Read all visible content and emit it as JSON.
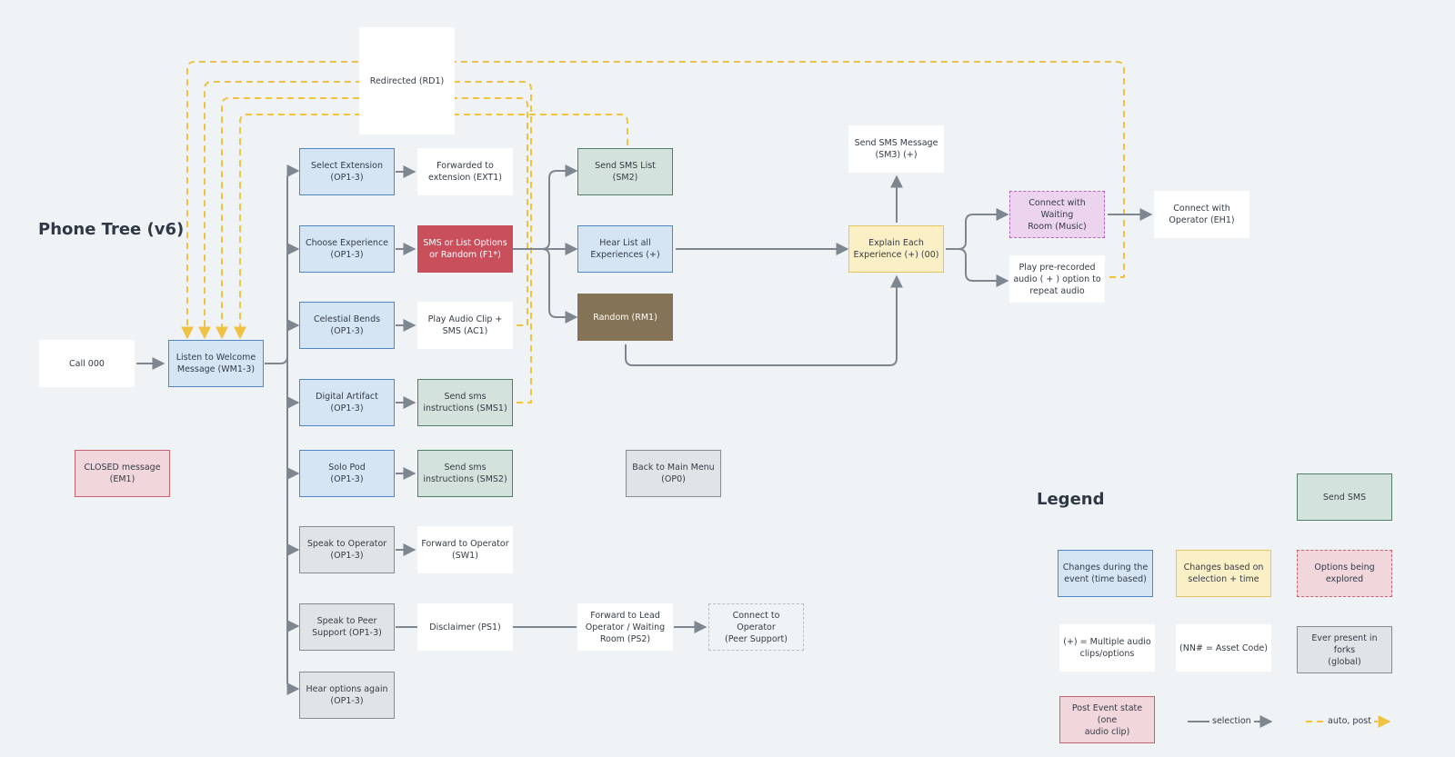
{
  "title": "Phone Tree (v6)",
  "legend_title": "Legend",
  "nodes": {
    "call": "Call 000",
    "welcome": "Listen to Welcome\nMessage (WM1-3)",
    "closed": "CLOSED message\n(EM1)",
    "redirected": "Redirected (RD1)",
    "select_ext": "Select Extension\n(OP1-3)",
    "choose_exp": "Choose Experience\n(OP1-3)",
    "celestial": "Celestial Bends\n(OP1-3)",
    "digital": "Digital Artifact\n(OP1-3)",
    "solo": "Solo Pod\n(OP1-3)",
    "speak_op": "Speak to Operator\n(OP1-3)",
    "speak_peer": "Speak to Peer\nSupport (OP1-3)",
    "hear_again": "Hear options again\n(OP1-3)",
    "forwarded_ext": "Forwarded to\nextension (EXT1)",
    "sms_or_list": "SMS or List Options\nor Random (F1*)",
    "play_audio": "Play Audio Clip +\nSMS (AC1)",
    "send_sms1": "Send sms\ninstructions (SMS1)",
    "send_sms2": "Send sms\ninstructions (SMS2)",
    "forward_op": "Forward to Operator\n(SW1)",
    "disclaimer": "Disclaimer (PS1)",
    "forward_lead": "Forward to Lead\nOperator / Waiting\nRoom (PS2)",
    "connect_peer": "Connect to Operator\n(Peer Support)",
    "send_sms_list": "Send SMS List\n(SM2)",
    "hear_list": "Hear List all\nExperiences (+)",
    "random": "Random (RM1)",
    "back_main": "Back to Main Menu\n(OP0)",
    "explain_each": "Explain Each\nExperience (+) (00)",
    "send_sms3": "Send SMS Message\n(SM3) (+)",
    "connect_waiting": "Connect with Waiting\nRoom (Music)",
    "play_prerecorded": "Play pre-recorded\naudio ( + ) option to\nrepeat audio",
    "connect_operator": "Connect with\nOperator (EH1)"
  },
  "legend": {
    "send_sms": "Send SMS",
    "changes_time": "Changes during the\nevent (time based)",
    "changes_selection": "Changes based on\nselection + time",
    "options_explored": "Options being\nexplored",
    "multiple_audio": "(+) = Multiple audio\nclips/options",
    "asset_code": "(NN# = Asset Code)",
    "ever_present": "Ever present in forks\n(global)",
    "post_event": "Post Event state (one\naudio clip)",
    "selection": "selection",
    "auto_post": "auto, post"
  },
  "colors": {
    "background": "#f0f3f6",
    "connector": "#7e868f",
    "auto_connector": "#f0c243",
    "blue_fill": "#d5e5f4",
    "green_fill": "#d3e2dc",
    "red_fill": "#c94f5c",
    "brown_fill": "#857357",
    "yellow_fill": "#fbefc6",
    "purple_fill": "#ecd3ee",
    "pink_fill": "#f1d6dc",
    "grey_fill": "#e1e4e7"
  }
}
